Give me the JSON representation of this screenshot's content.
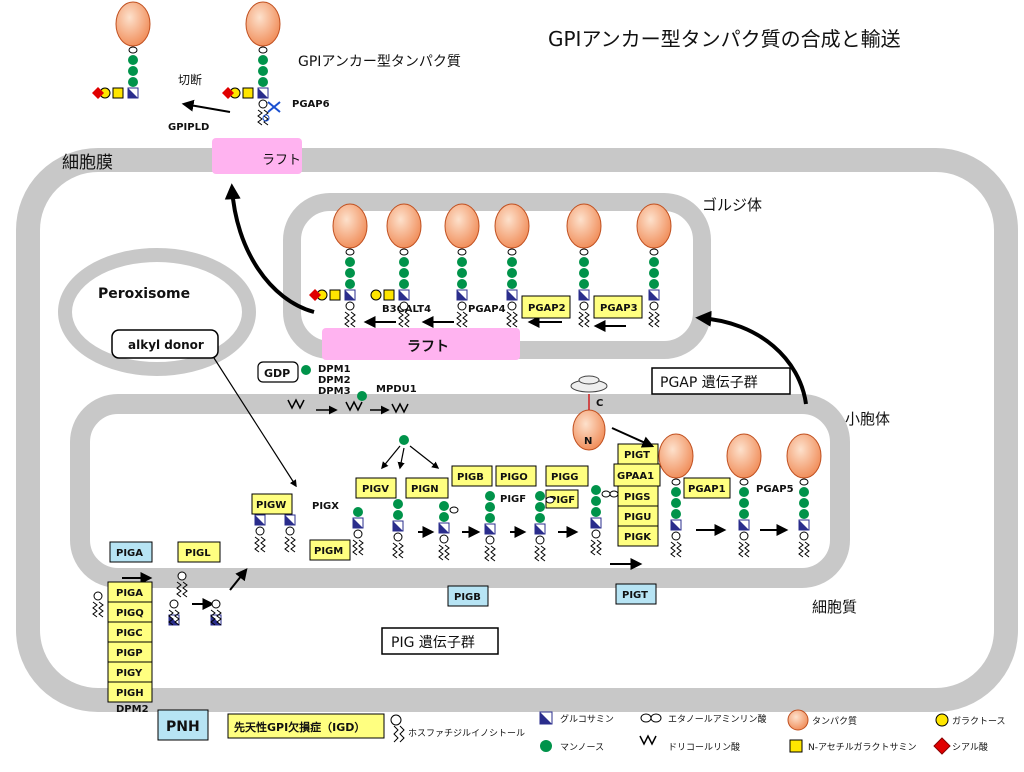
{
  "title": "GPIアンカー型タンパク質の合成と輸送",
  "released_label": "GPIアンカー型タンパク質",
  "cleave_label": "切断",
  "enzymes_top": {
    "gpipld": "GPIPLD",
    "pgap6": "PGAP6"
  },
  "raft_labels": {
    "membrane": "ラフト",
    "golgi": "ラフト"
  },
  "compartments": {
    "membrane": "細胞膜",
    "golgi": "ゴルジ体",
    "er": "小胞体",
    "cytoplasm": "細胞質",
    "peroxisome": "Peroxisome"
  },
  "boxes": {
    "alkyl_donor": "alkyl donor",
    "gdp": "GDP",
    "pgap_group": "PGAP 遺伝子群",
    "pig_group": "PIG 遺伝子群",
    "pnh": "PNH",
    "igd": "先天性GPI欠損症（IGD）"
  },
  "dpm_labels": [
    "DPM1",
    "DPM2",
    "DPM3"
  ],
  "mpdu1": "MPDU1",
  "dpm2_bottom": "DPM2",
  "golgi_enzymes": {
    "b3galt4": "B3GALT4",
    "pgap4": "PGAP4",
    "pgap2": "PGAP2",
    "pgap3": "PGAP3"
  },
  "er_yellow": {
    "pigw": "PIGW",
    "pigx": "PIGX",
    "pigm": "PIGM",
    "pigv": "PIGV",
    "pign": "PIGN",
    "pigb": "PIGB",
    "pigo": "PIGO",
    "pigf": "PIGF",
    "pigg": "PIGG",
    "pigf_box": "PIGF",
    "transamidase": [
      "PIGT",
      "GPAA1",
      "PIGS",
      "PIGU",
      "PIGK"
    ],
    "pgap1": "PGAP1",
    "pgap5": "PGAP5"
  },
  "er_blue": {
    "pigb": "PIGB",
    "pigt": "PIGT"
  },
  "pigl": "PIGL",
  "piga_blue": "PIGA",
  "piga_complex": [
    "PIGA",
    "PIGQ",
    "PIGC",
    "PIGP",
    "PIGY",
    "PIGH"
  ],
  "terminals": {
    "n": "N",
    "c": "C",
    "n2": "N"
  },
  "legend": {
    "pi": "ホスファチジルイノシトール",
    "glcn": "グルコサミン",
    "man": "マンノース",
    "etnp": "エタノールアミンリン酸",
    "dolp": "ドリコールリン酸",
    "protein": "タンパク質",
    "galnac": "N-アセチルガラクトサミン",
    "gal": "ガラクトース",
    "sia": "シアル酸"
  },
  "colors": {
    "compartment": "#c8c8c8",
    "raft": "#ffb3f0",
    "yellow_box": "#ffff80",
    "blue_box": "#b7e4f4",
    "protein": "#f7a070",
    "mannose": "#00934a",
    "glcn": "#2a2d8c",
    "sialic": "#e00000",
    "galactose": "#ffe600"
  }
}
